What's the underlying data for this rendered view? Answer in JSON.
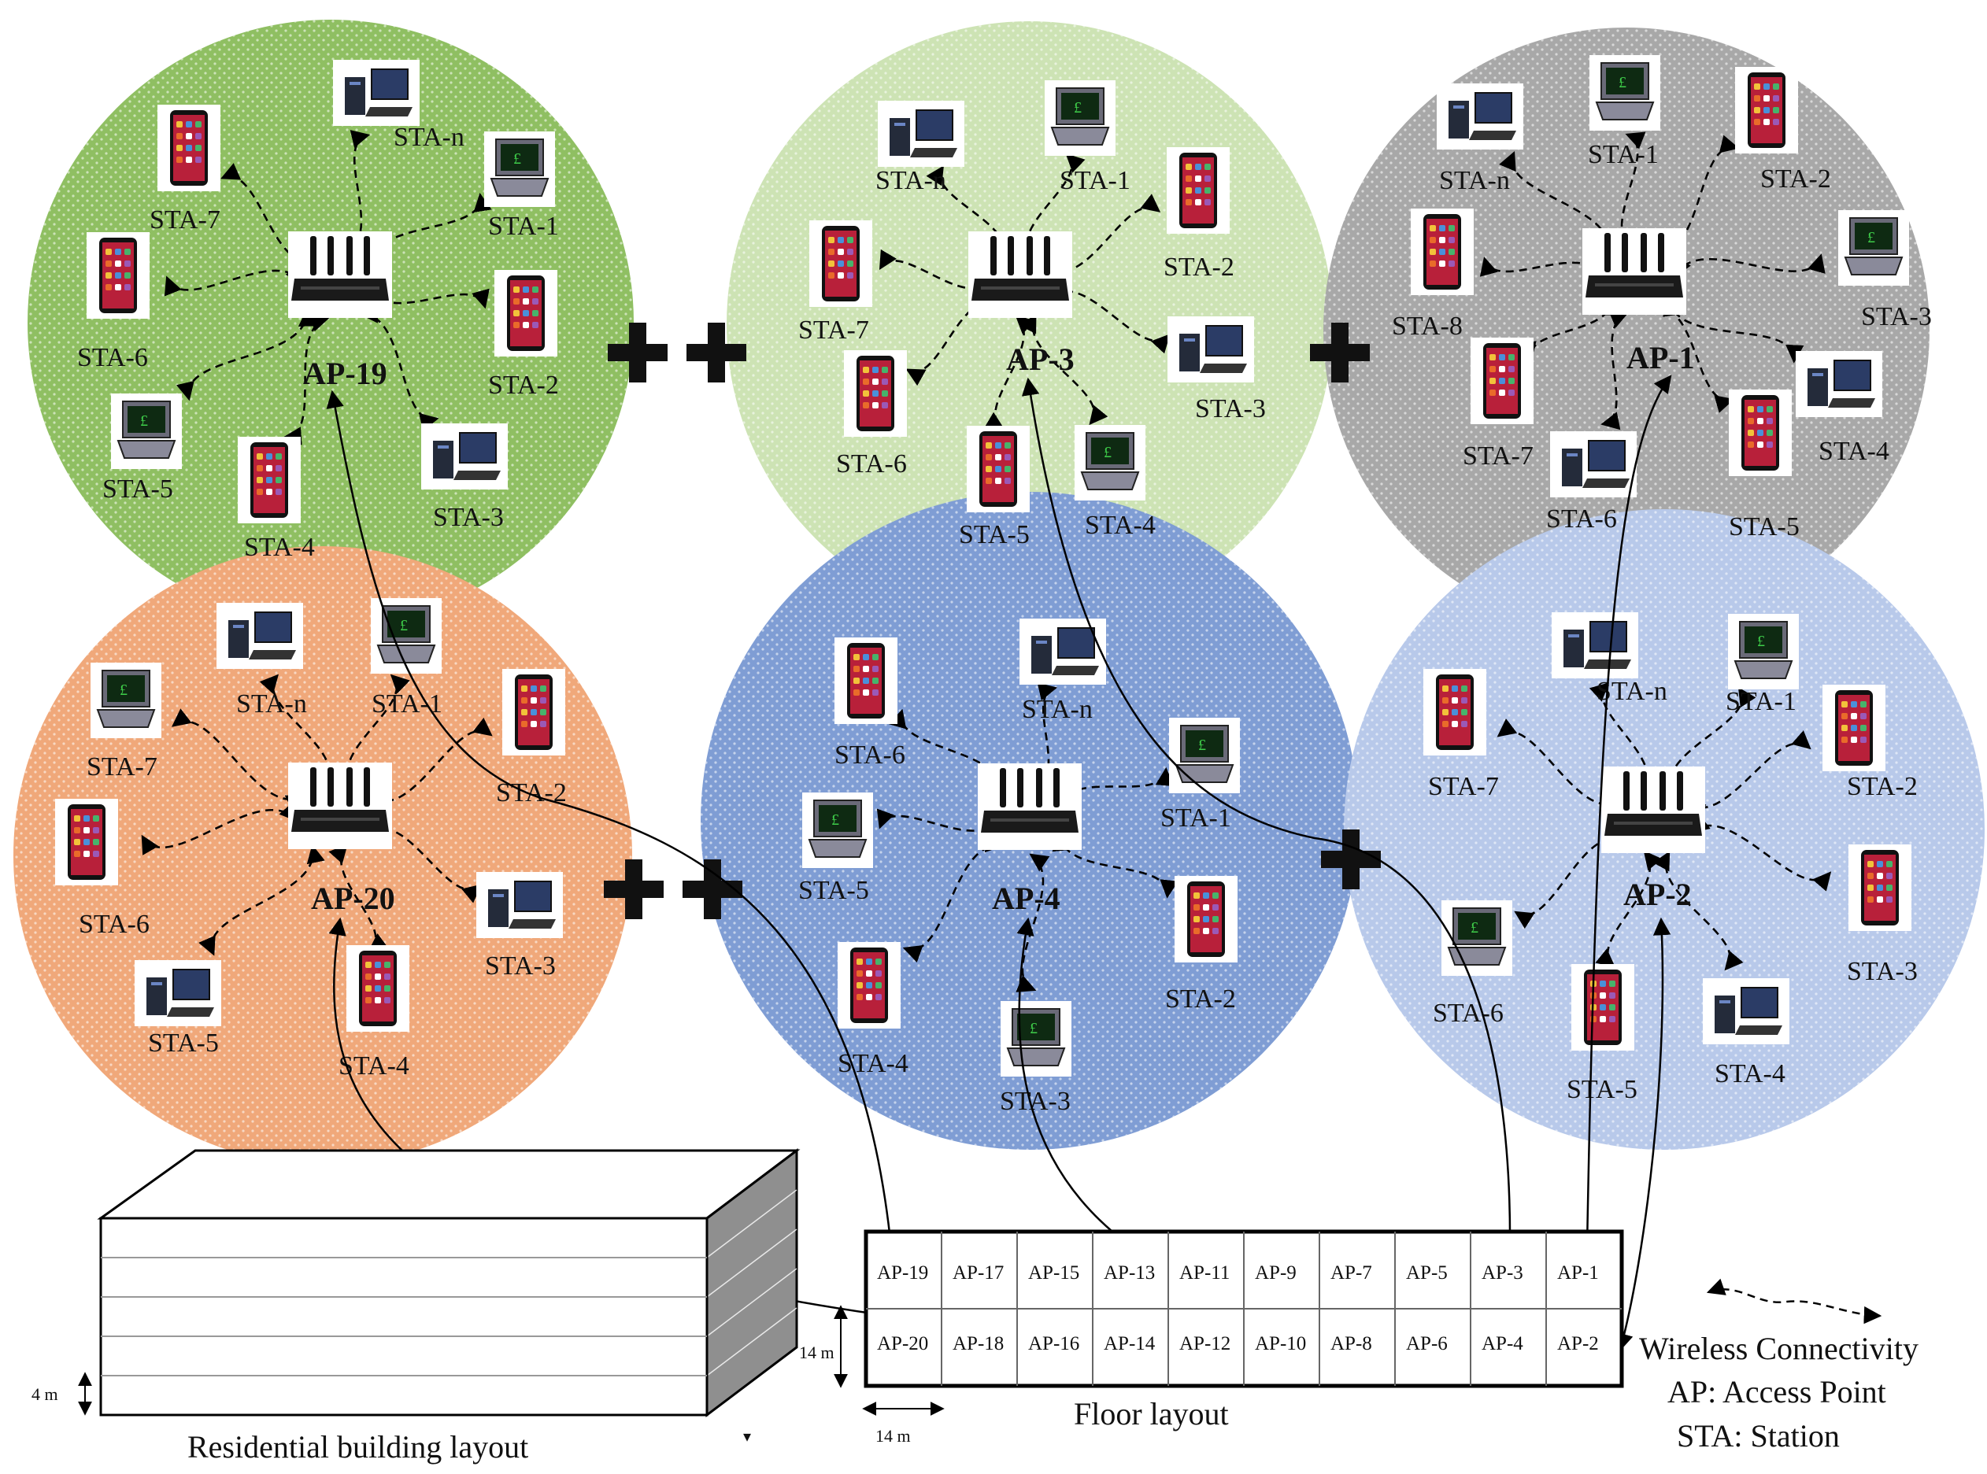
{
  "colors": {
    "green": "#8fbf62",
    "light_green": "#cde3b4",
    "gray": "#a8a8a8",
    "orange": "#f0a87a",
    "blue": "#7f9dd4",
    "light_blue": "#b8c9ea"
  },
  "clusters": [
    {
      "ap": "AP-19",
      "color": "green",
      "stations": [
        {
          "label": "STA-n",
          "device": "desktop-icon"
        },
        {
          "label": "STA-1",
          "device": "laptop-icon"
        },
        {
          "label": "STA-2",
          "device": "phone-icon"
        },
        {
          "label": "STA-3",
          "device": "desktop-icon"
        },
        {
          "label": "STA-4",
          "device": "phone-icon"
        },
        {
          "label": "STA-5",
          "device": "laptop-icon"
        },
        {
          "label": "STA-6",
          "device": "phone-icon"
        },
        {
          "label": "STA-7",
          "device": "phone-icon"
        }
      ]
    },
    {
      "ap": "AP-3",
      "color": "light_green",
      "stations": [
        {
          "label": "STA-n",
          "device": "desktop-icon"
        },
        {
          "label": "STA-1",
          "device": "laptop-icon"
        },
        {
          "label": "STA-2",
          "device": "phone-icon"
        },
        {
          "label": "STA-3",
          "device": "desktop-icon"
        },
        {
          "label": "STA-4",
          "device": "laptop-icon"
        },
        {
          "label": "STA-5",
          "device": "phone-icon"
        },
        {
          "label": "STA-6",
          "device": "phone-icon"
        },
        {
          "label": "STA-7",
          "device": "phone-icon"
        }
      ]
    },
    {
      "ap": "AP-1",
      "color": "gray",
      "stations": [
        {
          "label": "STA-n",
          "device": "desktop-icon"
        },
        {
          "label": "STA-1",
          "device": "laptop-icon"
        },
        {
          "label": "STA-2",
          "device": "phone-icon"
        },
        {
          "label": "STA-3",
          "device": "laptop-icon"
        },
        {
          "label": "STA-4",
          "device": "desktop-icon"
        },
        {
          "label": "STA-5",
          "device": "phone-icon"
        },
        {
          "label": "STA-6",
          "device": "desktop-icon"
        },
        {
          "label": "STA-7",
          "device": "phone-icon"
        },
        {
          "label": "STA-8",
          "device": "phone-icon"
        }
      ]
    },
    {
      "ap": "AP-20",
      "color": "orange",
      "stations": [
        {
          "label": "STA-n",
          "device": "desktop-icon"
        },
        {
          "label": "STA-1",
          "device": "laptop-icon"
        },
        {
          "label": "STA-2",
          "device": "phone-icon"
        },
        {
          "label": "STA-3",
          "device": "desktop-icon"
        },
        {
          "label": "STA-4",
          "device": "phone-icon"
        },
        {
          "label": "STA-5",
          "device": "desktop-icon"
        },
        {
          "label": "STA-6",
          "device": "phone-icon"
        },
        {
          "label": "STA-7",
          "device": "laptop-icon"
        }
      ]
    },
    {
      "ap": "AP-4",
      "color": "blue",
      "stations": [
        {
          "label": "STA-n",
          "device": "desktop-icon"
        },
        {
          "label": "STA-1",
          "device": "laptop-icon"
        },
        {
          "label": "STA-2",
          "device": "phone-icon"
        },
        {
          "label": "STA-3",
          "device": "laptop-icon"
        },
        {
          "label": "STA-4",
          "device": "phone-icon"
        },
        {
          "label": "STA-5",
          "device": "laptop-icon"
        },
        {
          "label": "STA-6",
          "device": "phone-icon"
        }
      ]
    },
    {
      "ap": "AP-2",
      "color": "light_blue",
      "stations": [
        {
          "label": "STA-n",
          "device": "desktop-icon"
        },
        {
          "label": "STA-1",
          "device": "laptop-icon"
        },
        {
          "label": "STA-2",
          "device": "phone-icon"
        },
        {
          "label": "STA-3",
          "device": "phone-icon"
        },
        {
          "label": "STA-4",
          "device": "desktop-icon"
        },
        {
          "label": "STA-5",
          "device": "phone-icon"
        },
        {
          "label": "STA-6",
          "device": "laptop-icon"
        },
        {
          "label": "STA-7",
          "device": "phone-icon"
        }
      ]
    }
  ],
  "floor_layout": {
    "top_row": [
      "AP-19",
      "AP-17",
      "AP-15",
      "AP-13",
      "AP-11",
      "AP-9",
      "AP-7",
      "AP-5",
      "AP-3",
      "AP-1"
    ],
    "bottom_row": [
      "AP-20",
      "AP-18",
      "AP-16",
      "AP-14",
      "AP-12",
      "AP-10",
      "AP-8",
      "AP-6",
      "AP-4",
      "AP-2"
    ],
    "caption": "Floor layout",
    "height_dim": "14 m",
    "width_dim": "14 m"
  },
  "building": {
    "caption": "Residential building layout",
    "floor_dim": "4 m"
  },
  "legend": {
    "wireless": "Wireless  Connectivity",
    "ap": "AP: Access Point",
    "sta": "STA: Station"
  }
}
